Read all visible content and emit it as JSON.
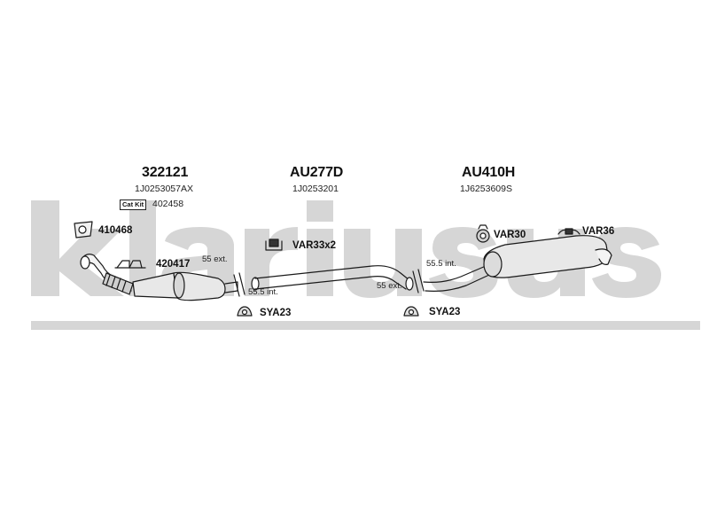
{
  "watermark": {
    "text": "klarius",
    "color": "#d6d6d6"
  },
  "assemblies": [
    {
      "part_number": "322121",
      "oem_number": "1J0253057AX"
    },
    {
      "part_number": "AU277D",
      "oem_number": "1J0253201"
    },
    {
      "part_number": "AU410H",
      "oem_number": "1J6253609S"
    }
  ],
  "cat_kit": {
    "badge": "Cat Kit",
    "number": "402458"
  },
  "fittings": {
    "gasket": "410468",
    "bracket": "420417",
    "rubber_mount_front": "VAR33x2",
    "rubber_mount_rear_left": "VAR30",
    "rubber_mount_rear_right": "VAR36",
    "clamp_front": "SYA23",
    "clamp_rear": "SYA23"
  },
  "pipe_dims": {
    "front_ext": "55 ext.",
    "front_int": "55.5 int.",
    "rear_int": "55.5 int.",
    "rear_ext": "55 ext."
  },
  "colors": {
    "line": "#1a1a1a",
    "part_fill": "#e8e8e8",
    "watermark": "#d6d6d6"
  }
}
